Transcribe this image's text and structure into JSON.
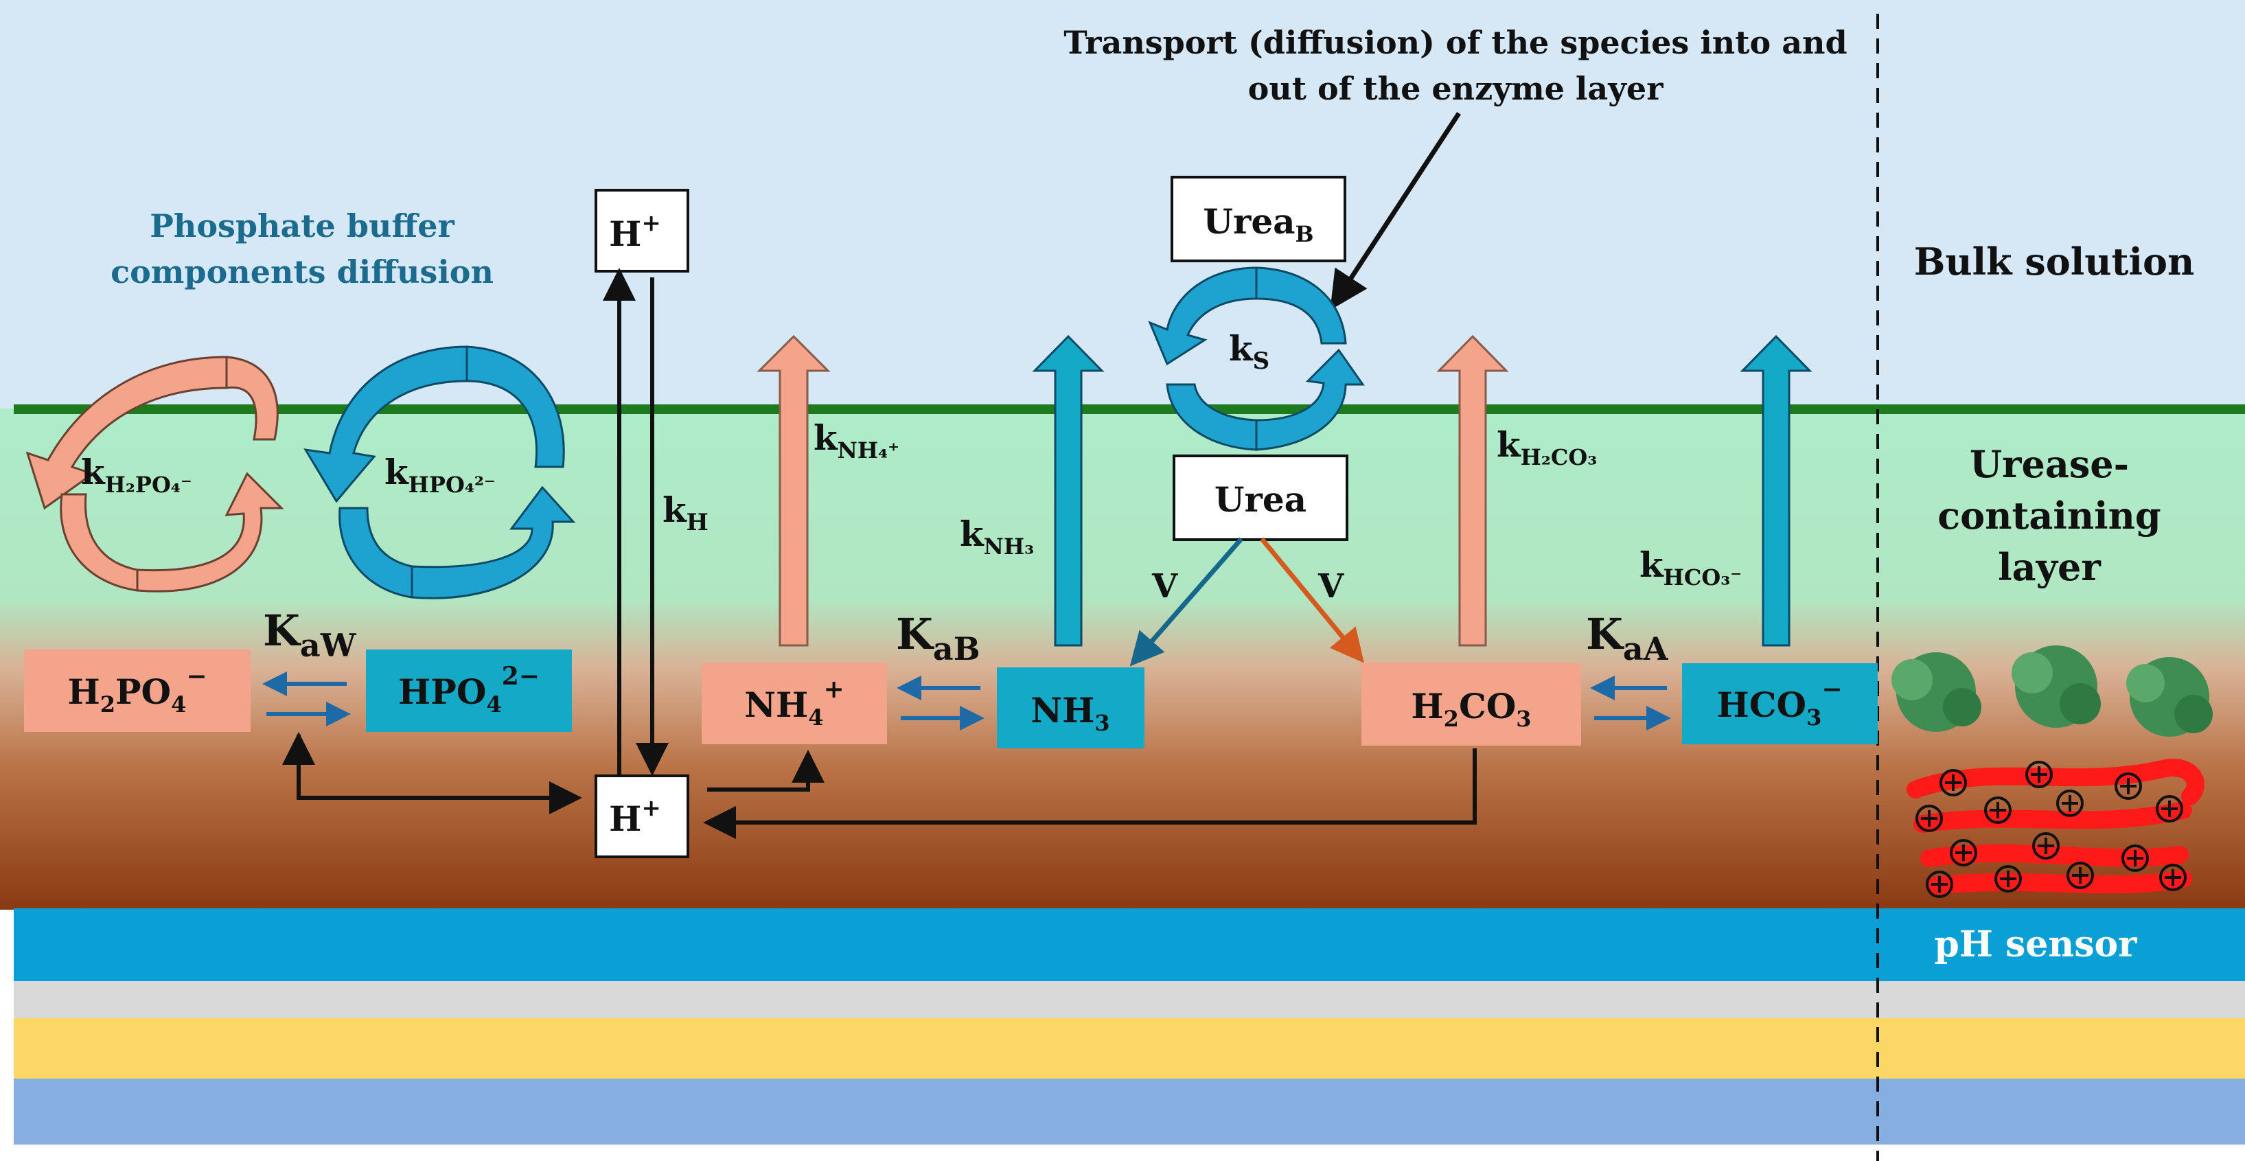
{
  "layers": {
    "bulk_solution": "Bulk solution",
    "urease_layer": [
      "Urease-",
      "containing",
      "layer"
    ],
    "ph_sensor": "pH sensor"
  },
  "annotations": {
    "transport": [
      "Transport (diffusion) of the species into and",
      "out of the enzyme layer"
    ],
    "phosphate": [
      "Phosphate buffer",
      "components diffusion"
    ]
  },
  "species": {
    "h2po4": {
      "base": "H",
      "sub1": "2",
      "mid": "PO",
      "sub2": "4",
      "sup": "−"
    },
    "hpo4": {
      "base": "HPO",
      "sub": "4",
      "sup": "2−"
    },
    "nh4": {
      "base": "NH",
      "sub": "4",
      "sup": "+"
    },
    "nh3": {
      "base": "NH",
      "sub": "3"
    },
    "h2co3": {
      "base": "H",
      "sub1": "2",
      "mid": "CO",
      "sub2": "3"
    },
    "hco3": {
      "base": "HCO",
      "sub": "3",
      "sup": "−"
    },
    "h_top": {
      "base": "H",
      "sup": "+"
    },
    "h_bottom": {
      "base": "H",
      "sup": "+"
    },
    "urea": "Urea",
    "urea_b": {
      "base": "Urea",
      "sub": "B"
    }
  },
  "constants": {
    "kaw": {
      "base": "K",
      "sub": "aW"
    },
    "kab": {
      "base": "K",
      "sub": "aB"
    },
    "kaa": {
      "base": "K",
      "sub": "aA"
    }
  },
  "rates": {
    "k_h2po4": {
      "base": "k",
      "sub": "H₂PO₄⁻"
    },
    "k_hpo4": {
      "base": "k",
      "sub": "HPO₄²⁻"
    },
    "k_h": {
      "base": "k",
      "sub": "H"
    },
    "k_nh4": {
      "base": "k",
      "sub": "NH₄⁺"
    },
    "k_nh3": {
      "base": "k",
      "sub": "NH₃"
    },
    "k_s": {
      "base": "k",
      "sub": "S"
    },
    "k_h2co3": {
      "base": "k",
      "sub": "H₂CO₃"
    },
    "k_hco3": {
      "base": "k",
      "sub": "HCO₃⁻"
    },
    "v_left": "V",
    "v_right": "V"
  },
  "colors": {
    "bulk": "#d6e8f6",
    "urease": "#aeecca",
    "membrane_line": "#1d7a1d",
    "salmon": "#f4a48a",
    "teal": "#14a9c6",
    "sensor_blue": "#0aa0d6",
    "gray": "#d9d9d9",
    "yellow": "#fdd765",
    "bottom_blue": "#86aee0"
  }
}
